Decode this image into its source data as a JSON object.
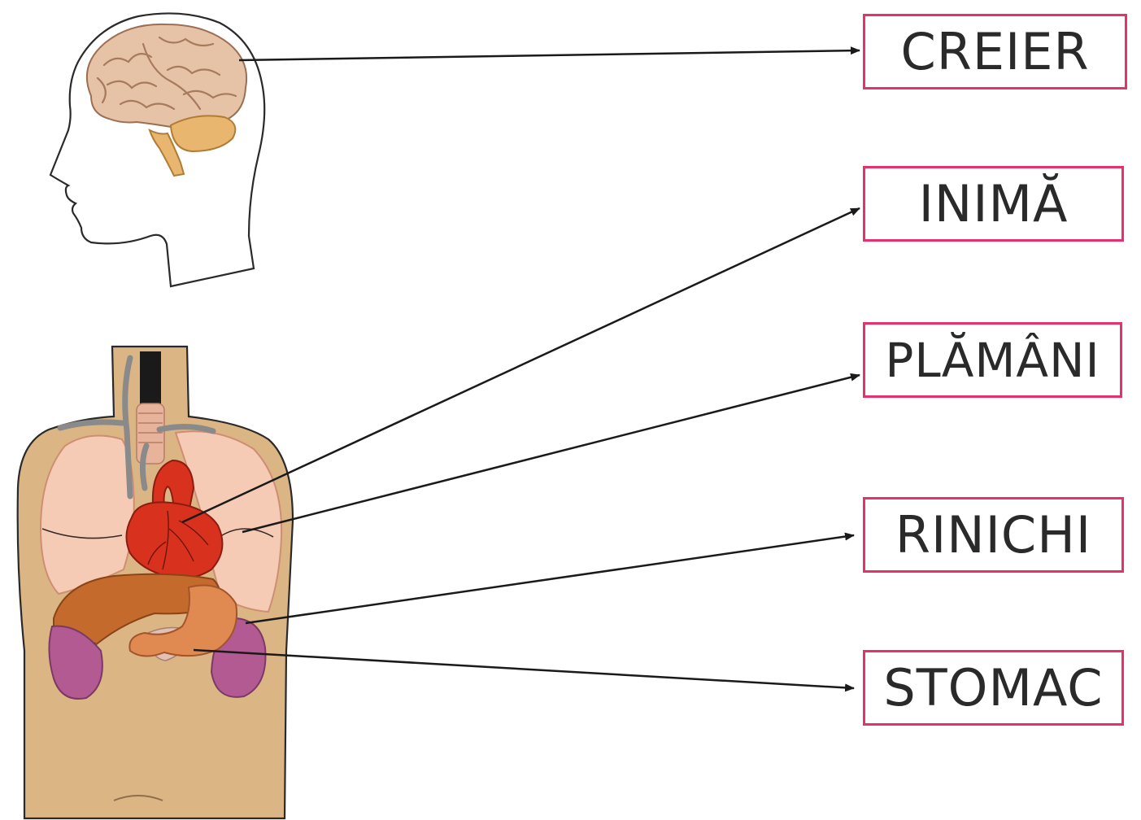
{
  "labels": [
    "CREIER",
    "INIMĂ",
    "PLĂMÂNI",
    "RINICHI",
    "STOMAC"
  ],
  "colors": {
    "box_border": "#e8306a",
    "arrow": "#1a1a1a",
    "skin": "#dcb585",
    "brain": "#e6c3a6",
    "heart": "#d8321e",
    "lungs": "#f5cbb5",
    "liver": "#c46a2c",
    "kidneys": "#b35a93",
    "stomach": "#e08a52"
  }
}
